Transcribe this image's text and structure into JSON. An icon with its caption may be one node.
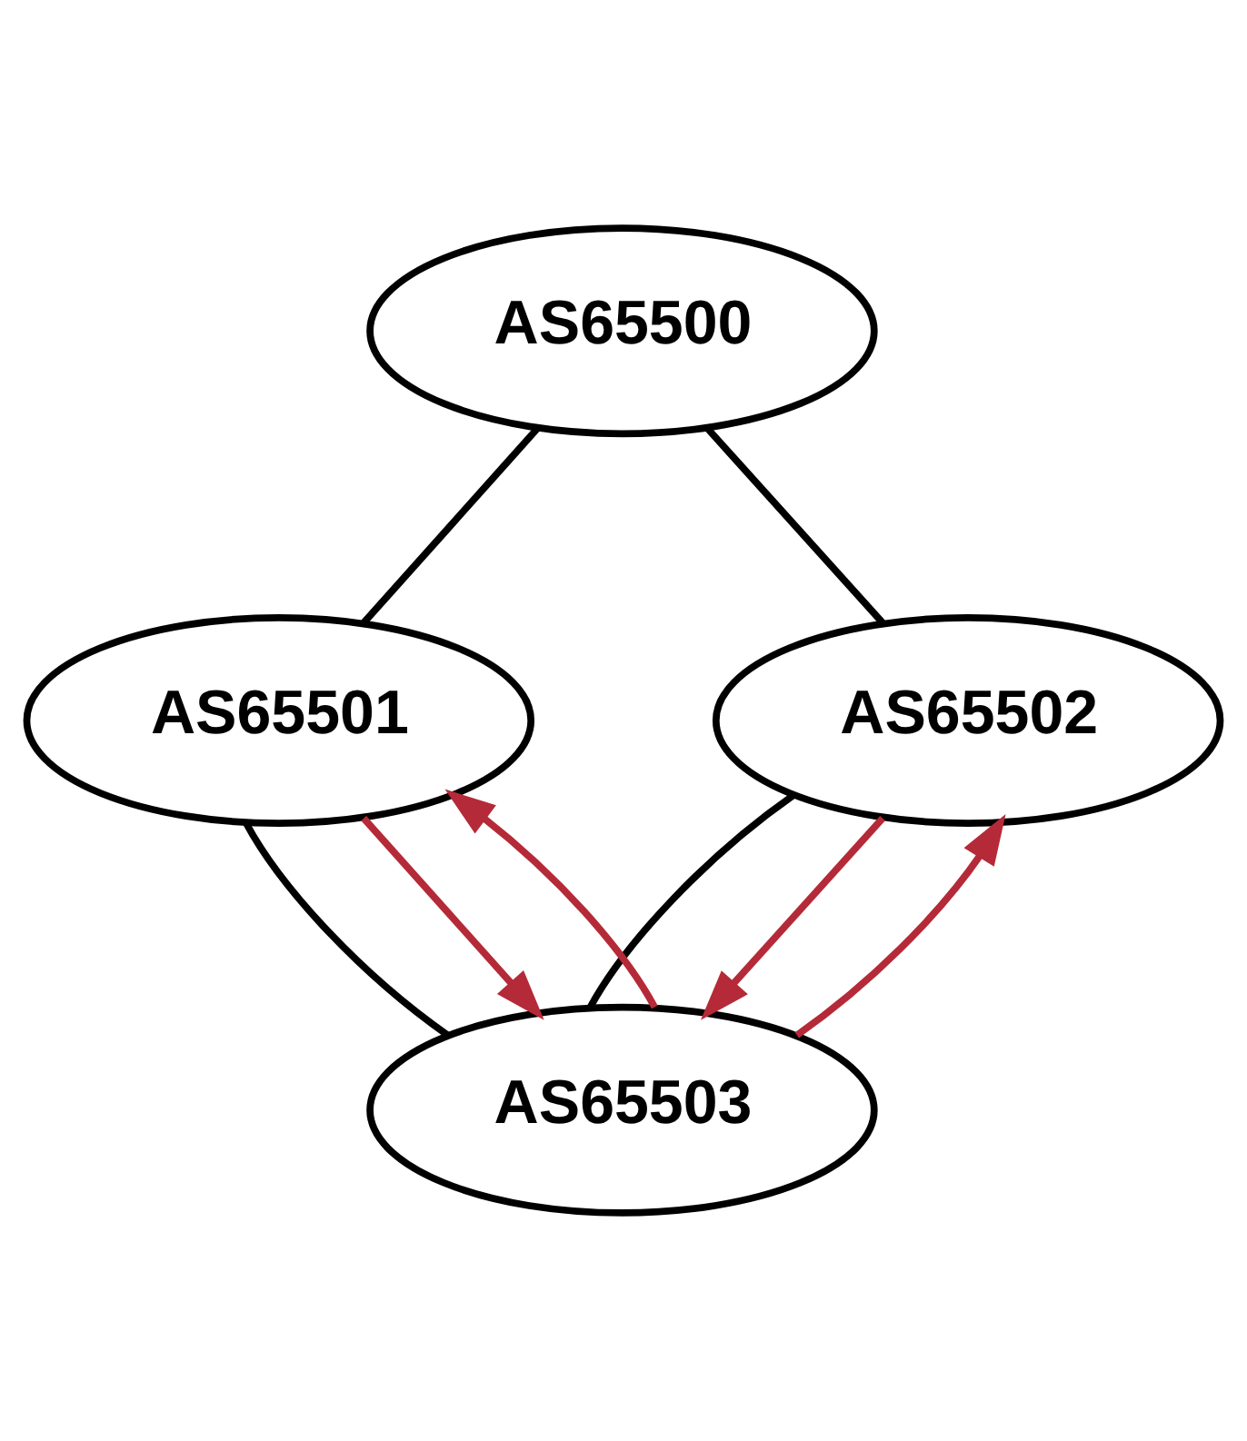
{
  "diagram": {
    "nodes": [
      {
        "text": [
          "AS65500"
        ]
      },
      {
        "text": [
          "AS65501"
        ]
      },
      {
        "text": [
          "AS65502"
        ]
      },
      {
        "text": [
          "AS65503"
        ]
      }
    ],
    "edges": [
      {
        "from": 0,
        "to": 1,
        "arrow": "none"
      },
      {
        "from": 0,
        "to": 2,
        "arrow": "none"
      },
      {
        "from": 1,
        "to": 3,
        "arrow": "none"
      },
      {
        "from": 2,
        "to": 3,
        "arrow": "none"
      },
      {
        "from": 1,
        "to": 3,
        "arrow": "to",
        "color": "#b52a38"
      },
      {
        "from": 3,
        "to": 1,
        "arrow": "to",
        "color": "#b52a38"
      },
      {
        "from": 2,
        "to": 3,
        "arrow": "to",
        "color": "#b52a38"
      },
      {
        "from": 3,
        "to": 2,
        "arrow": "to",
        "color": "#b52a38"
      }
    ]
  }
}
